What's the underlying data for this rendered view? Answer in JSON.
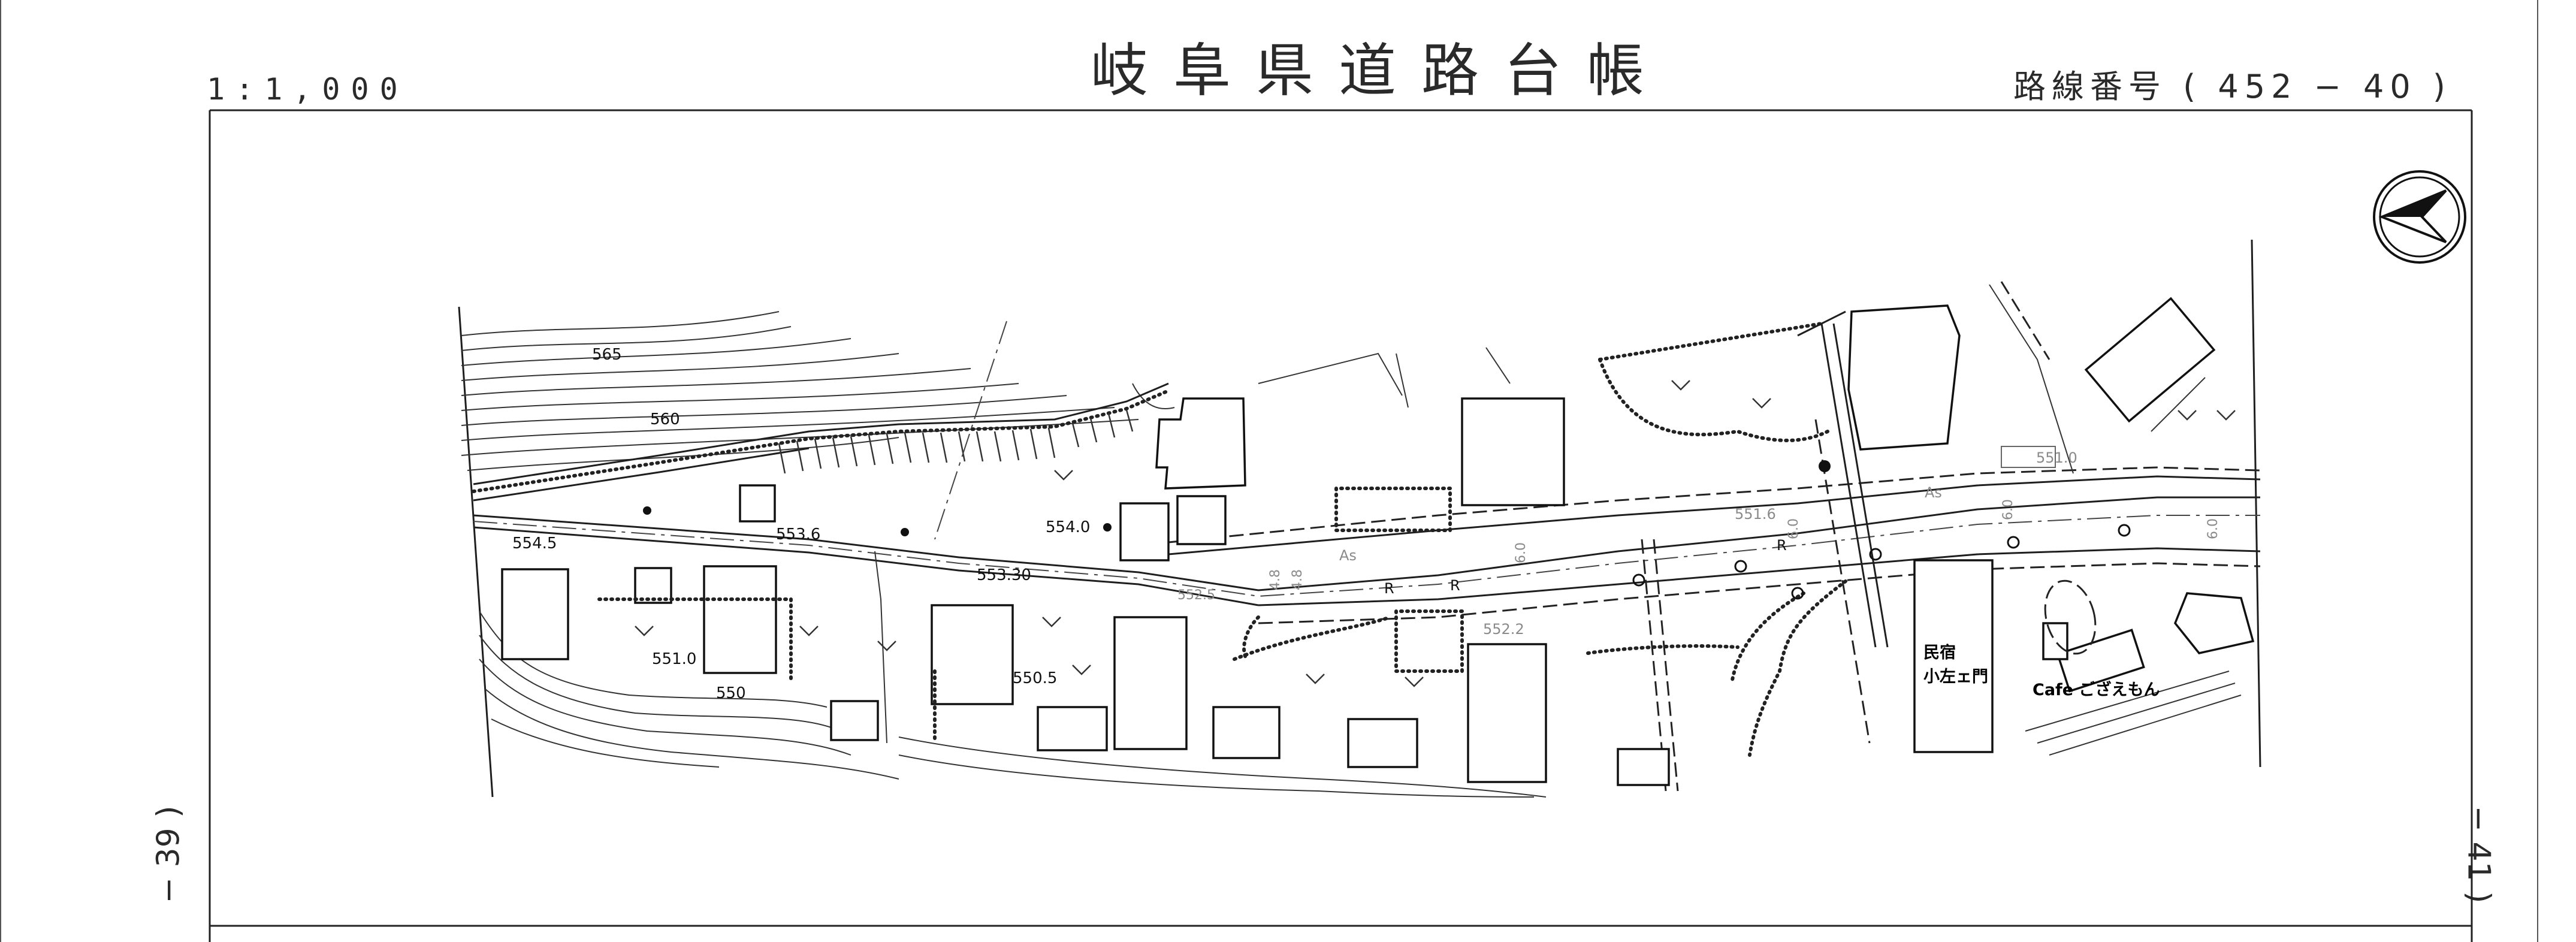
{
  "header": {
    "scale": "1:1,000",
    "title": "岐阜県道路台帳",
    "route_number": "路線番号 ( 452 − 40 )"
  },
  "sheet_refs": {
    "previous": "− 39 )",
    "next": "− 41 )"
  },
  "north_arrow": {
    "icon": "north-arrow-icon"
  },
  "map": {
    "contours": [
      "565",
      "560",
      "550"
    ],
    "elevations": [
      "554.5",
      "553.6",
      "554.0",
      "553.30",
      "552.5",
      "551.0",
      "550.5",
      "551.6",
      "552.2",
      "551.0"
    ],
    "surface": [
      "As",
      "As"
    ],
    "road_marks": [
      "R",
      "R",
      "R"
    ],
    "widths": [
      "4.8",
      "4.8",
      "6.0",
      "6.0",
      "6.0",
      "6.0"
    ],
    "labels": {
      "minshuku": "民宿",
      "kozaemon": "小左ェ門",
      "cafe": "Cafe ござえもん"
    }
  },
  "colors": {
    "ink": "#1e1e1e",
    "paper": "#ffffff",
    "grey_text": "#8a8a8a"
  }
}
